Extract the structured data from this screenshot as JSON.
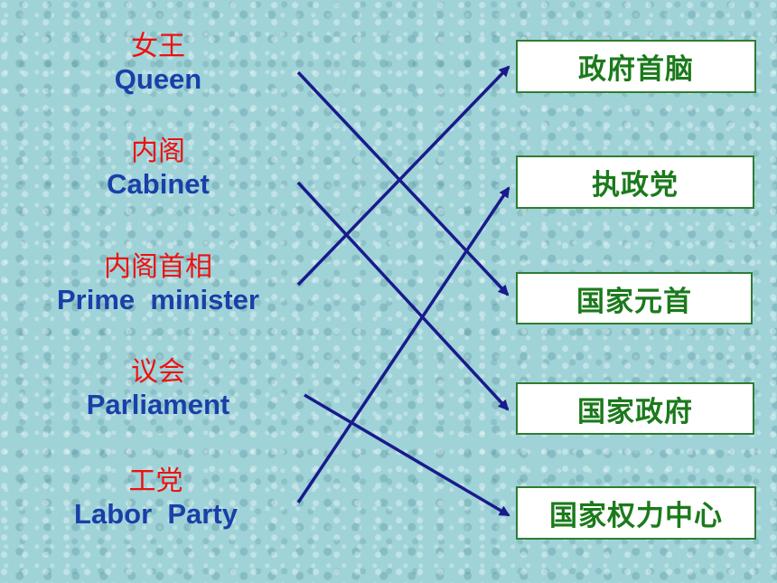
{
  "terms": [
    {
      "zh": "女王",
      "en": "Queen"
    },
    {
      "zh": "内阁",
      "en": "Cabinet"
    },
    {
      "zh": "内阁首相",
      "en": "Prime  minister"
    },
    {
      "zh": "议会",
      "en": "Parliament"
    },
    {
      "zh": "工党",
      "en": "Labor  Party"
    }
  ],
  "answers": [
    "政府首脑",
    "执政党",
    "国家元首",
    "国家政府",
    "国家权力中心"
  ],
  "colors": {
    "term_zh": "#ee1111",
    "term_en": "#1a3fa8",
    "answer_text": "#1b7a1b",
    "line": "#1a1a8c"
  }
}
